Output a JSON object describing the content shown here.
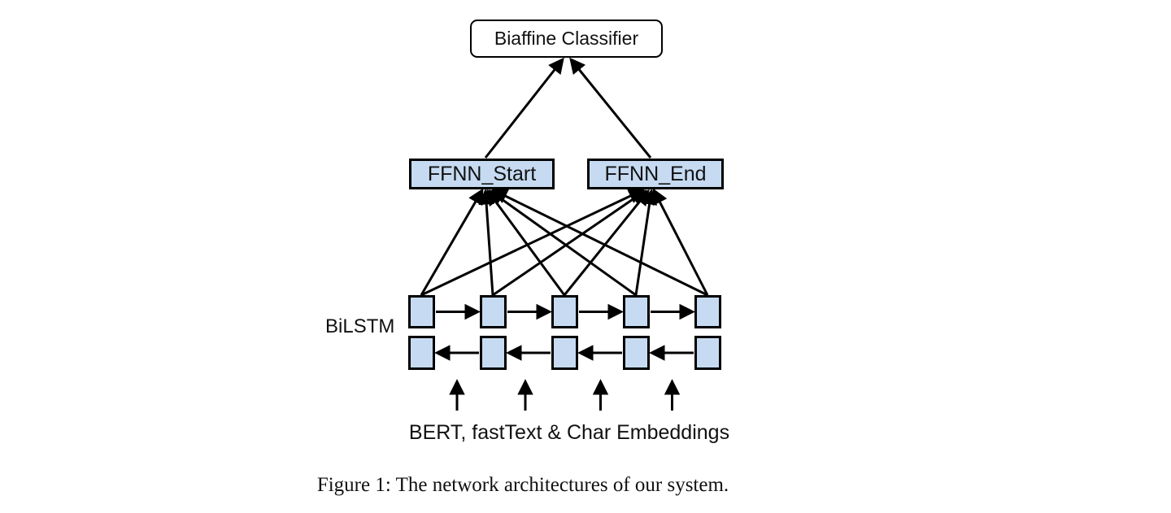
{
  "figure": {
    "nodes": {
      "biaffine": "Biaffine Classifier",
      "ffnn_start": "FFNN_Start",
      "ffnn_end": "FFNN_End"
    },
    "labels": {
      "bilstm": "BiLSTM",
      "inputs": "BERT, fastText & Char Embeddings"
    },
    "structure": {
      "lstm_rows": 2,
      "cells_per_row": 5,
      "input_arrows": 4,
      "top_row_arrow_direction": "left-to-right",
      "bottom_row_arrow_direction": "right-to-left",
      "connections": "each forward LSTM cell feeds both FFNN_Start and FFNN_End; FFNN_Start and FFNN_End feed Biaffine Classifier"
    },
    "colors": {
      "cell_fill": "#c6dbf2",
      "top_node_fill": "#ffffff",
      "stroke": "#000000",
      "background": "#ffffff"
    }
  },
  "caption": "Figure 1: The network architectures of our system."
}
